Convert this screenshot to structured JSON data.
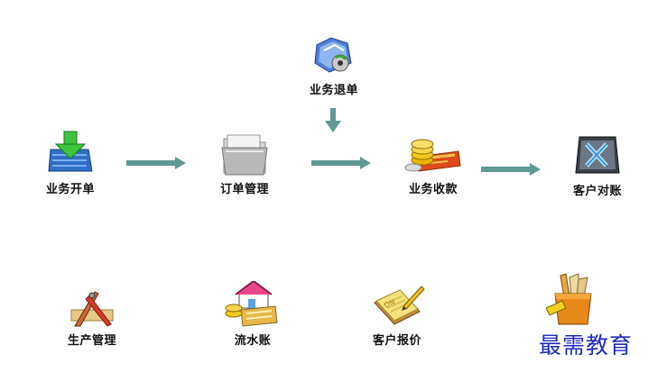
{
  "flow": {
    "return_order": {
      "label": "业务退单",
      "icon": "folder-cd-icon"
    },
    "open_order": {
      "label": "业务开单",
      "icon": "download-box-icon"
    },
    "order_manage": {
      "label": "订单管理",
      "icon": "folder-icon"
    },
    "collection": {
      "label": "业务收款",
      "icon": "coins-card-icon"
    },
    "reconciliation": {
      "label": "客户对账",
      "icon": "x-box-icon"
    }
  },
  "tools": {
    "production": {
      "label": "生产管理",
      "icon": "drafting-tools-icon"
    },
    "ledger": {
      "label": "流水账",
      "icon": "house-money-icon"
    },
    "quotation": {
      "label": "客户报价",
      "icon": "notepad-pen-icon"
    }
  },
  "watermark": {
    "text": "最需教育"
  },
  "colors": {
    "arrow": "#5f9994",
    "label": "#111111",
    "watermark": "#1d2bbf"
  }
}
